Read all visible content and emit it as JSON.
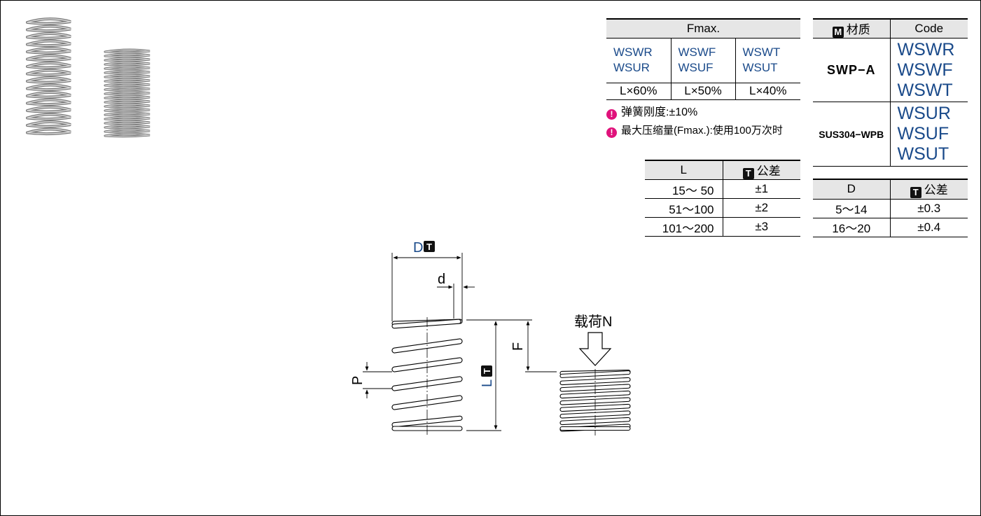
{
  "fmax_table": {
    "header": "Fmax.",
    "codes": [
      [
        "WSWR",
        "WSUR"
      ],
      [
        "WSWF",
        "WSUF"
      ],
      [
        "WSWT",
        "WSUT"
      ]
    ],
    "values": [
      "L×60%",
      "L×50%",
      "L×40%"
    ]
  },
  "notes": [
    {
      "icon": "notice-icon",
      "text": "弹簧刚度:±10%"
    },
    {
      "icon": "notice-icon",
      "text": "最大压缩量(Fmax.):使用100万次时"
    }
  ],
  "material_table": {
    "header_badge": "M",
    "header_material": "材质",
    "header_code": "Code",
    "rows": [
      {
        "material": "SWP−A",
        "codes": [
          "WSWR",
          "WSWF",
          "WSWT"
        ]
      },
      {
        "material": "SUS304−WPB",
        "codes": [
          "WSUR",
          "WSUF",
          "WSUT"
        ]
      }
    ]
  },
  "l_tol_table": {
    "header_l": "L",
    "header_badge": "T",
    "header_tol": "公差",
    "rows": [
      [
        "15～ 50",
        "±1"
      ],
      [
        "51～100",
        "±2"
      ],
      [
        "101～200",
        "±3"
      ]
    ]
  },
  "d_tol_table": {
    "header_d": "D",
    "header_badge": "T",
    "header_tol": "公差",
    "rows": [
      [
        "5～14",
        "±0.3"
      ],
      [
        "16～20",
        "±0.4"
      ]
    ]
  },
  "drawing": {
    "label_D": "D",
    "badge_T": "T",
    "label_d": "d",
    "label_P": "P",
    "label_L": "L",
    "label_F": "F",
    "load_label": "载荷N"
  },
  "colors": {
    "accent_blue": "#1a4a8a",
    "header_gray": "#e6e6e6",
    "notice_pink": "#e0127b"
  }
}
